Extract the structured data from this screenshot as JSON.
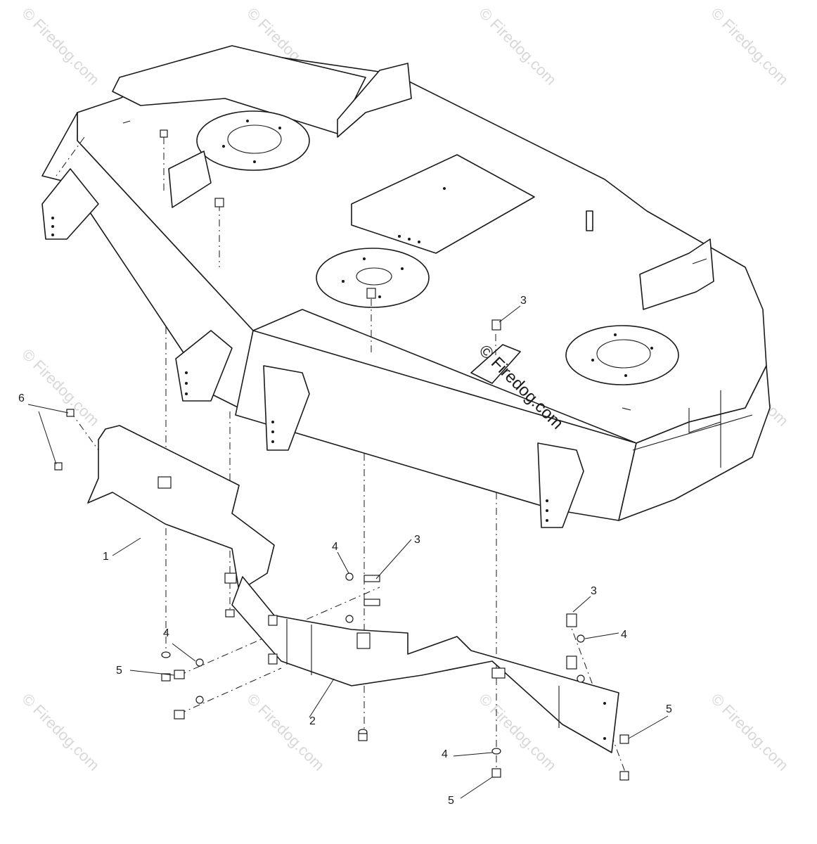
{
  "diagram": {
    "callouts": [
      {
        "id": "c1",
        "label": "1"
      },
      {
        "id": "c2",
        "label": "2"
      },
      {
        "id": "c3a",
        "label": "3"
      },
      {
        "id": "c3b",
        "label": "3"
      },
      {
        "id": "c3c",
        "label": "3"
      },
      {
        "id": "c4a",
        "label": "4"
      },
      {
        "id": "c4b",
        "label": "4"
      },
      {
        "id": "c4c",
        "label": "4"
      },
      {
        "id": "c4d",
        "label": "4"
      },
      {
        "id": "c5a",
        "label": "5"
      },
      {
        "id": "c5b",
        "label": "5"
      },
      {
        "id": "c5c",
        "label": "5"
      },
      {
        "id": "c6",
        "label": "6"
      }
    ],
    "watermark": "© Firedog.com",
    "watermark_center": "© Firedog.com"
  }
}
